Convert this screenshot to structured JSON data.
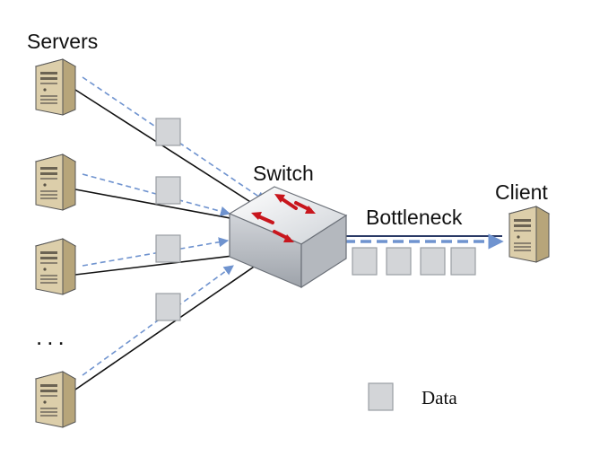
{
  "labels": {
    "servers": "Servers",
    "switch": "Switch",
    "client": "Client",
    "bottleneck": "Bottleneck",
    "ellipsis": "...",
    "legend": "Data"
  },
  "icons": {
    "server": "server-tower-icon",
    "switch": "network-switch-icon",
    "client": "client-tower-icon",
    "packet": "data-packet-icon"
  },
  "colors": {
    "flow": "#6f93cf",
    "link": "#111111",
    "packet_fill": "#d3d5d8",
    "switch_arrows": "#c8161d",
    "tower_body": "#d9cba6"
  }
}
